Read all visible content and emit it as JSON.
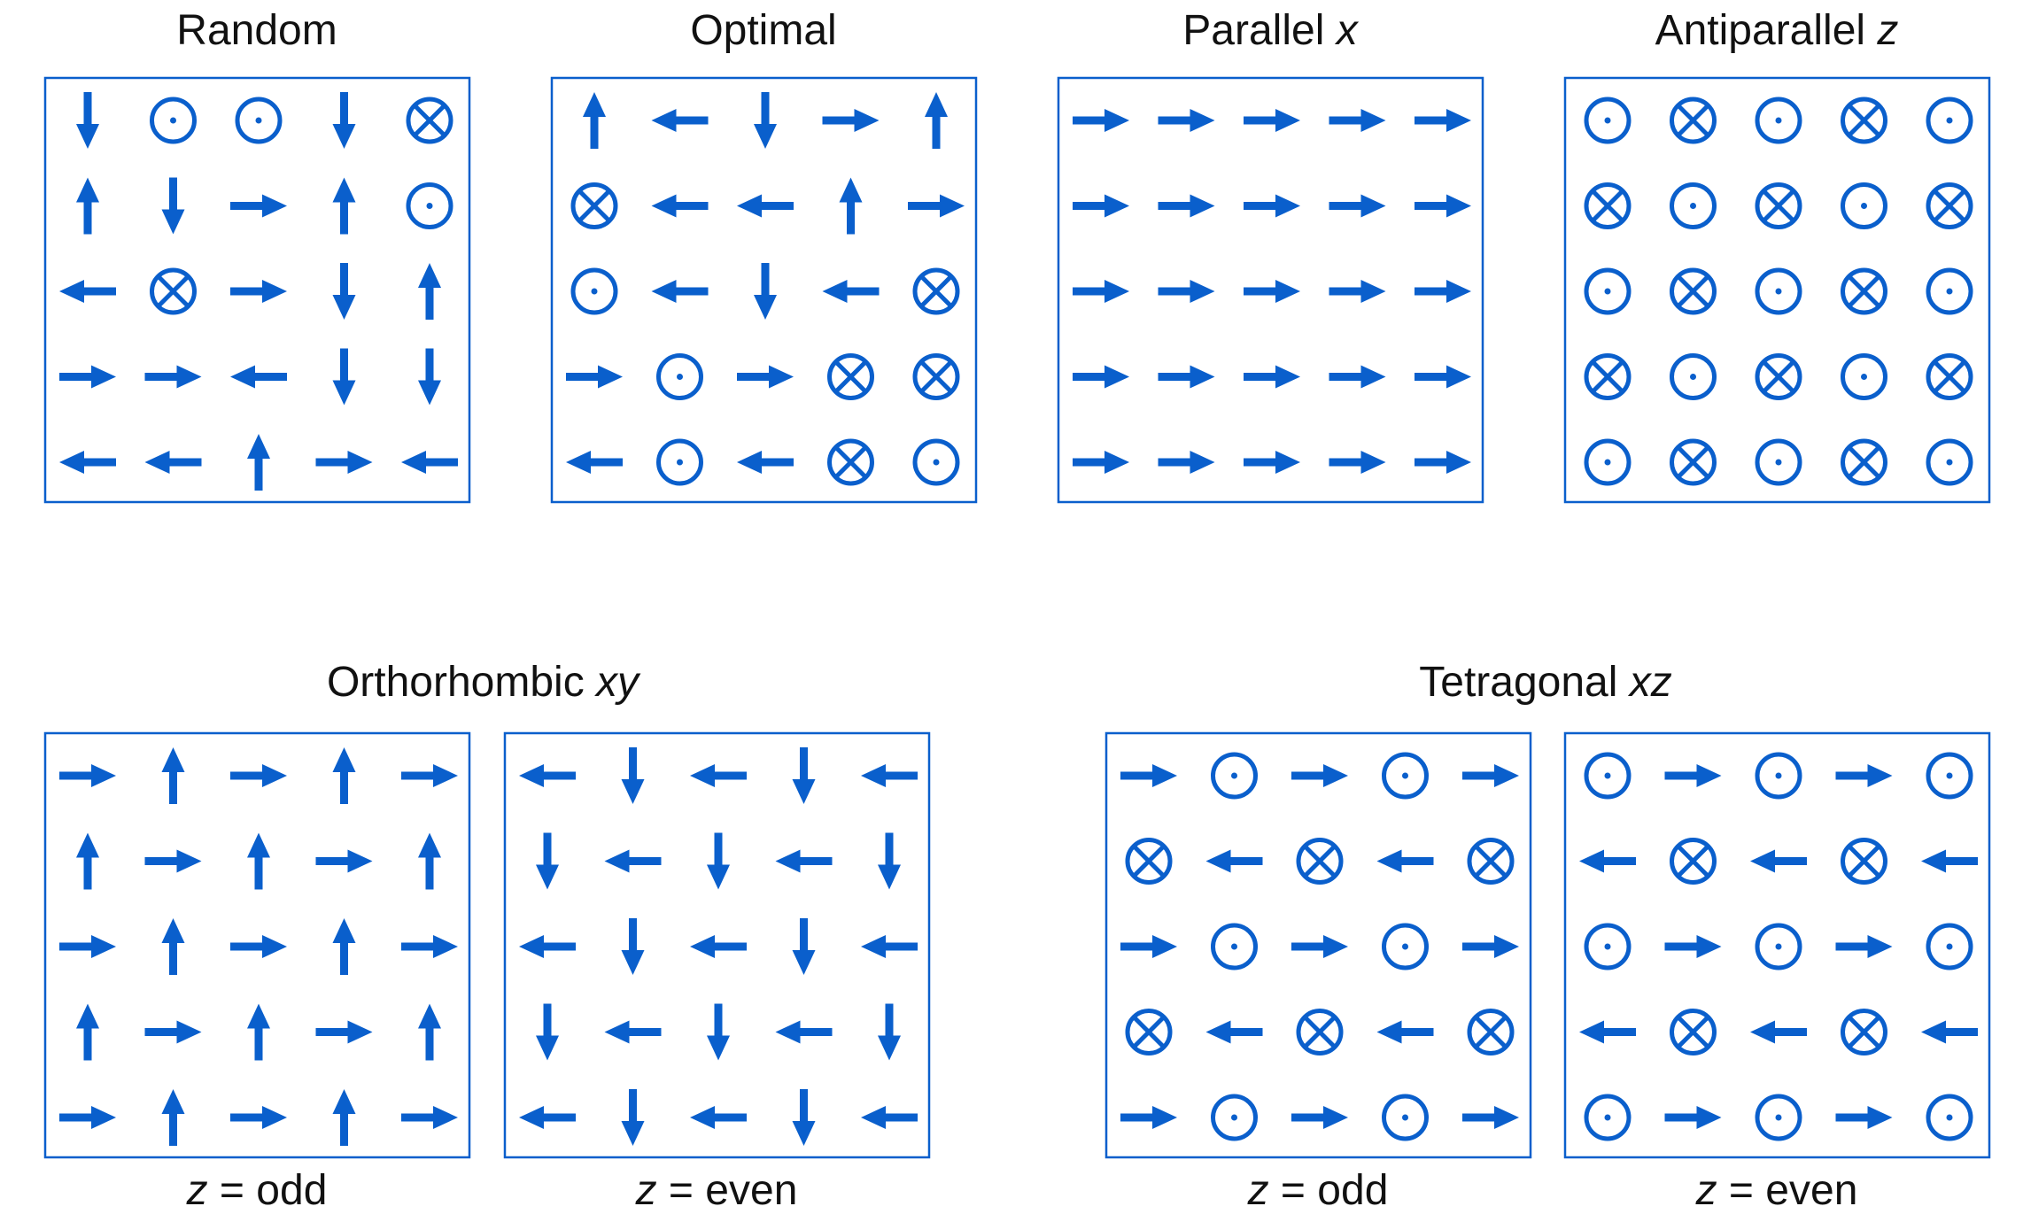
{
  "colors": {
    "accent": "#0a5fcc",
    "text": "#111111",
    "background": "#ffffff"
  },
  "symbols": {
    "R": "arrow-right",
    "L": "arrow-left",
    "U": "arrow-up",
    "D": "arrow-down",
    "O": "dot-out-of-plane",
    "X": "cross-into-plane"
  },
  "panels": [
    {
      "id": "random",
      "title": "Random",
      "title_italic": "",
      "caption": "",
      "caption_italic": "",
      "grid": [
        [
          "D",
          "O",
          "O",
          "D",
          "X"
        ],
        [
          "U",
          "D",
          "R",
          "U",
          "O"
        ],
        [
          "L",
          "X",
          "R",
          "D",
          "U"
        ],
        [
          "R",
          "R",
          "L",
          "D",
          "D"
        ],
        [
          "L",
          "L",
          "U",
          "R",
          "L"
        ]
      ]
    },
    {
      "id": "optimal",
      "title": "Optimal",
      "title_italic": "",
      "caption": "",
      "caption_italic": "",
      "grid": [
        [
          "U",
          "L",
          "D",
          "R",
          "U"
        ],
        [
          "X",
          "L",
          "L",
          "U",
          "R"
        ],
        [
          "O",
          "L",
          "D",
          "L",
          "X"
        ],
        [
          "R",
          "O",
          "R",
          "X",
          "X"
        ],
        [
          "L",
          "O",
          "L",
          "X",
          "O"
        ]
      ]
    },
    {
      "id": "parallel-x",
      "title": "Parallel ",
      "title_italic": "x",
      "caption": "",
      "caption_italic": "",
      "grid": [
        [
          "R",
          "R",
          "R",
          "R",
          "R"
        ],
        [
          "R",
          "R",
          "R",
          "R",
          "R"
        ],
        [
          "R",
          "R",
          "R",
          "R",
          "R"
        ],
        [
          "R",
          "R",
          "R",
          "R",
          "R"
        ],
        [
          "R",
          "R",
          "R",
          "R",
          "R"
        ]
      ]
    },
    {
      "id": "antiparallel-z",
      "title": "Antiparallel ",
      "title_italic": "z",
      "caption": "",
      "caption_italic": "",
      "grid": [
        [
          "O",
          "X",
          "O",
          "X",
          "O"
        ],
        [
          "X",
          "O",
          "X",
          "O",
          "X"
        ],
        [
          "O",
          "X",
          "O",
          "X",
          "O"
        ],
        [
          "X",
          "O",
          "X",
          "O",
          "X"
        ],
        [
          "O",
          "X",
          "O",
          "X",
          "O"
        ]
      ]
    },
    {
      "id": "ortho-odd",
      "title": "",
      "title_italic": "",
      "caption": " = odd",
      "caption_italic": "z",
      "grid": [
        [
          "R",
          "U",
          "R",
          "U",
          "R"
        ],
        [
          "U",
          "R",
          "U",
          "R",
          "U"
        ],
        [
          "R",
          "U",
          "R",
          "U",
          "R"
        ],
        [
          "U",
          "R",
          "U",
          "R",
          "U"
        ],
        [
          "R",
          "U",
          "R",
          "U",
          "R"
        ]
      ]
    },
    {
      "id": "ortho-even",
      "title": "",
      "title_italic": "",
      "caption": " = even",
      "caption_italic": "z",
      "grid": [
        [
          "L",
          "D",
          "L",
          "D",
          "L"
        ],
        [
          "D",
          "L",
          "D",
          "L",
          "D"
        ],
        [
          "L",
          "D",
          "L",
          "D",
          "L"
        ],
        [
          "D",
          "L",
          "D",
          "L",
          "D"
        ],
        [
          "L",
          "D",
          "L",
          "D",
          "L"
        ]
      ]
    },
    {
      "id": "tetra-odd",
      "title": "",
      "title_italic": "",
      "caption": " = odd",
      "caption_italic": "z",
      "grid": [
        [
          "R",
          "O",
          "R",
          "O",
          "R"
        ],
        [
          "X",
          "L",
          "X",
          "L",
          "X"
        ],
        [
          "R",
          "O",
          "R",
          "O",
          "R"
        ],
        [
          "X",
          "L",
          "X",
          "L",
          "X"
        ],
        [
          "R",
          "O",
          "R",
          "O",
          "R"
        ]
      ]
    },
    {
      "id": "tetra-even",
      "title": "",
      "title_italic": "",
      "caption": " = even",
      "caption_italic": "z",
      "grid": [
        [
          "O",
          "R",
          "O",
          "R",
          "O"
        ],
        [
          "L",
          "X",
          "L",
          "X",
          "L"
        ],
        [
          "O",
          "R",
          "O",
          "R",
          "O"
        ],
        [
          "L",
          "X",
          "L",
          "X",
          "L"
        ],
        [
          "O",
          "R",
          "O",
          "R",
          "O"
        ]
      ]
    }
  ],
  "group_titles": [
    {
      "id": "orthorhombic-xy",
      "text": "Orthorhombic ",
      "italic": "xy"
    },
    {
      "id": "tetragonal-xz",
      "text": "Tetragonal ",
      "italic": "xz"
    }
  ]
}
